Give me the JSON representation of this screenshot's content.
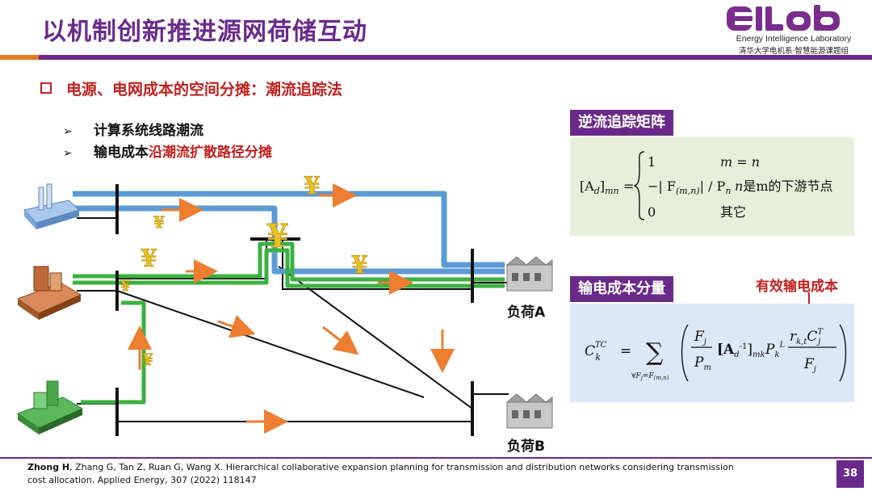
{
  "header": {
    "title": "以机制创新推进源网荷储互动",
    "logo_text": "EILab",
    "logo_line1": "Energy Intelligence Laboratory",
    "logo_line2": "清华大学电机系·智慧能源课题组"
  },
  "section": {
    "heading": "电源、电网成本的空间分摊：潮流追踪法",
    "bullets": [
      {
        "text": "计算系统线路潮流"
      },
      {
        "text_prefix": "输电成本",
        "text_red": "沿潮流扩散路径分摊"
      }
    ],
    "arrow_glyph": "➢"
  },
  "diagram": {
    "yen_symbol": "¥",
    "load_a": "负荷A",
    "load_b": "负荷B",
    "colors": {
      "blue": "#5b9bd5",
      "green": "#3cb040",
      "orange": "#ed7d31",
      "bus": "#111111"
    }
  },
  "panel1": {
    "title": "逆流追踪矩阵",
    "formula_lhs": "[A",
    "formula_lhs_sub": "d",
    "formula_lhs_sub2": "]",
    "formula_lhs_subscript": "mn",
    "case1_value": "1",
    "case1_cond": "m = n",
    "case2_value": "−| F",
    "case2_value_sub": "(m,n)",
    "case2_value_tail": "| / P",
    "case2_value_tail_sub": "n",
    "case2_cond_var": "n",
    "case2_cond": "是m的下游节点",
    "case3_value": "0",
    "case3_cond": "其它"
  },
  "panel2": {
    "title": "输电成本分量",
    "annotation": "有效输电成本",
    "c_sym": "C",
    "c_sup": "TC",
    "c_sub": "k",
    "equals": "=",
    "sum_sym": "∑",
    "sum_sub": "∀F",
    "sum_sub2": "j",
    "sum_sub3": "=F",
    "sum_sub4": "(m,n)",
    "f_sym": "F",
    "f_sub": "j",
    "p_sym": "P",
    "p_sub": "m",
    "a_sym": "[A",
    "a_sub": "d",
    "a_sup": "-1",
    "a_close": "]",
    "a_sub2": "mk",
    "pk_sym": "P",
    "pk_sub": "k",
    "pk_sup": "L",
    "r_sym": "r",
    "r_sub": "k,t",
    "cj_sym": "C",
    "cj_sub": "j",
    "cj_sup": "T",
    "fj_sym": "F",
    "fj_sub": "j"
  },
  "footer": {
    "authors_bold": "Zhong H",
    "citation": ", Zhang G, Tan Z, Ruan G, Wang X. Hierarchical collaborative expansion planning for transmission and distribution networks considering transmission cost allocation. Applied Energy, 307 (2022) 118147",
    "page": "38"
  }
}
